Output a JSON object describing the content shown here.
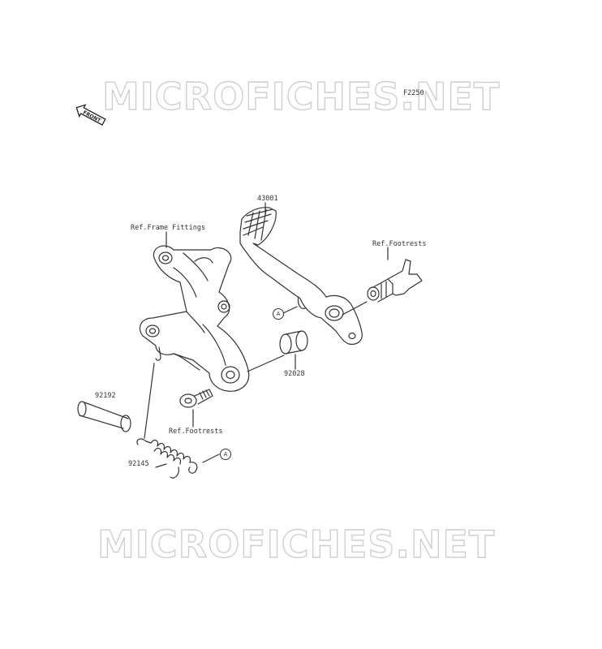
{
  "watermark": {
    "top": "MICROFICHES.NET",
    "bottom": "MICROFICHES.NET"
  },
  "figure_code": "F2250",
  "front_indicator": "FRONT",
  "labels": {
    "part_43001": "43001",
    "ref_frame_fittings": "Ref.Frame Fittings",
    "ref_footrests_right": "Ref.Footrests",
    "part_92028": "92028",
    "part_92192": "92192",
    "ref_footrests_bottom": "Ref.Footrests",
    "part_92145": "92145"
  },
  "callouts": {
    "a_top": "A",
    "a_bottom": "A"
  },
  "colors": {
    "line": "#333333",
    "watermark_outline": "#cfcfcf",
    "background": "#ffffff"
  }
}
